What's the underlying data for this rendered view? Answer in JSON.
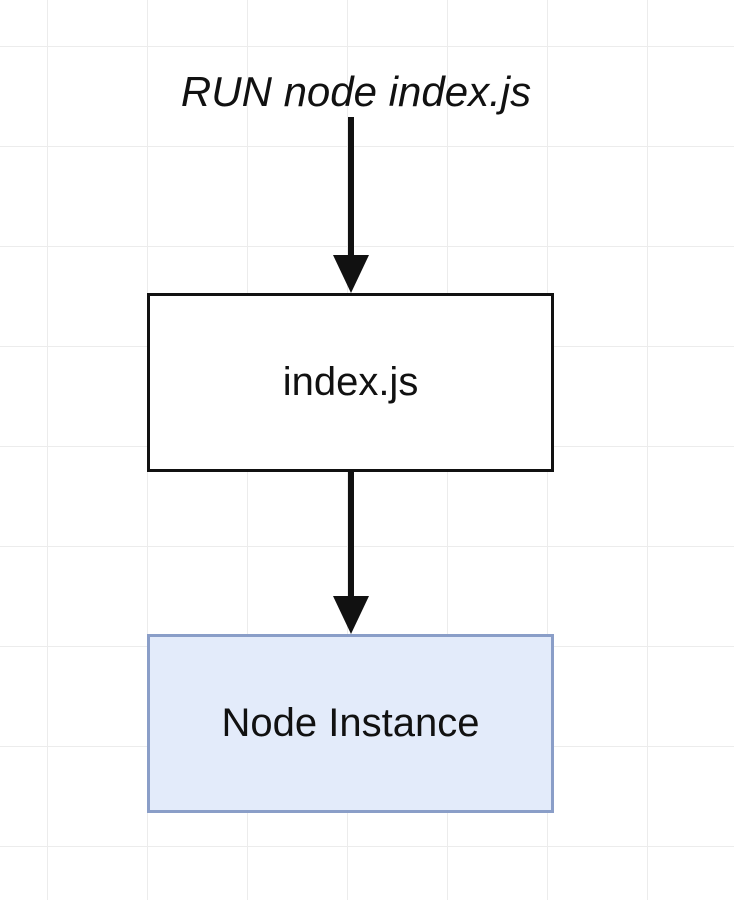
{
  "diagram": {
    "run_command": "RUN node index.js",
    "nodes": [
      {
        "label": "index.js"
      },
      {
        "label": "Node Instance"
      }
    ],
    "colors": {
      "line": "#111111",
      "grid": "#ececec",
      "instance_fill": "#e3ebfa",
      "instance_border": "#8a9ec8"
    }
  }
}
